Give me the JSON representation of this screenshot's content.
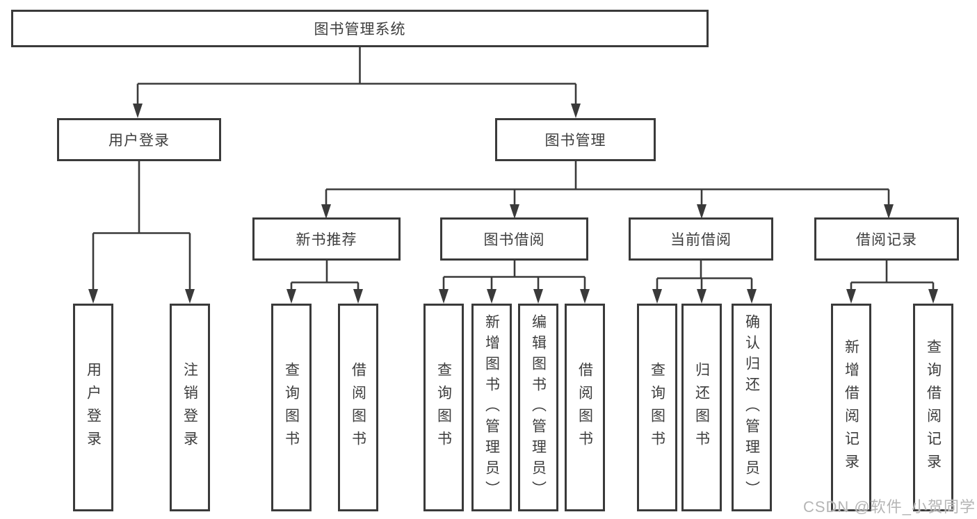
{
  "diagram": {
    "tree": {
      "root": "图书管理系统",
      "children": [
        {
          "label": "用户登录",
          "children": [
            "用户登录",
            "注销登录"
          ]
        },
        {
          "label": "图书管理",
          "children": [
            {
              "label": "新书推荐",
              "children": [
                "查询图书",
                "借阅图书"
              ]
            },
            {
              "label": "图书借阅",
              "children": [
                "查询图书",
                "新增图书（管理员）",
                "编辑图书（管理员）",
                "借阅图书"
              ]
            },
            {
              "label": "当前借阅",
              "children": [
                "查询图书",
                "归还图书",
                "确认归还（管理员）"
              ]
            },
            {
              "label": "借阅记录",
              "children": [
                "新增借阅记录",
                "查询借阅记录"
              ]
            }
          ]
        }
      ]
    },
    "watermark": "CSDN @软件_小贺同学",
    "colors": {
      "line": "#3a3a3a",
      "box_border": "#3a3a3a",
      "text": "#3d3d3d",
      "background": "#ffffff",
      "watermark": "#b5b5b5"
    }
  }
}
